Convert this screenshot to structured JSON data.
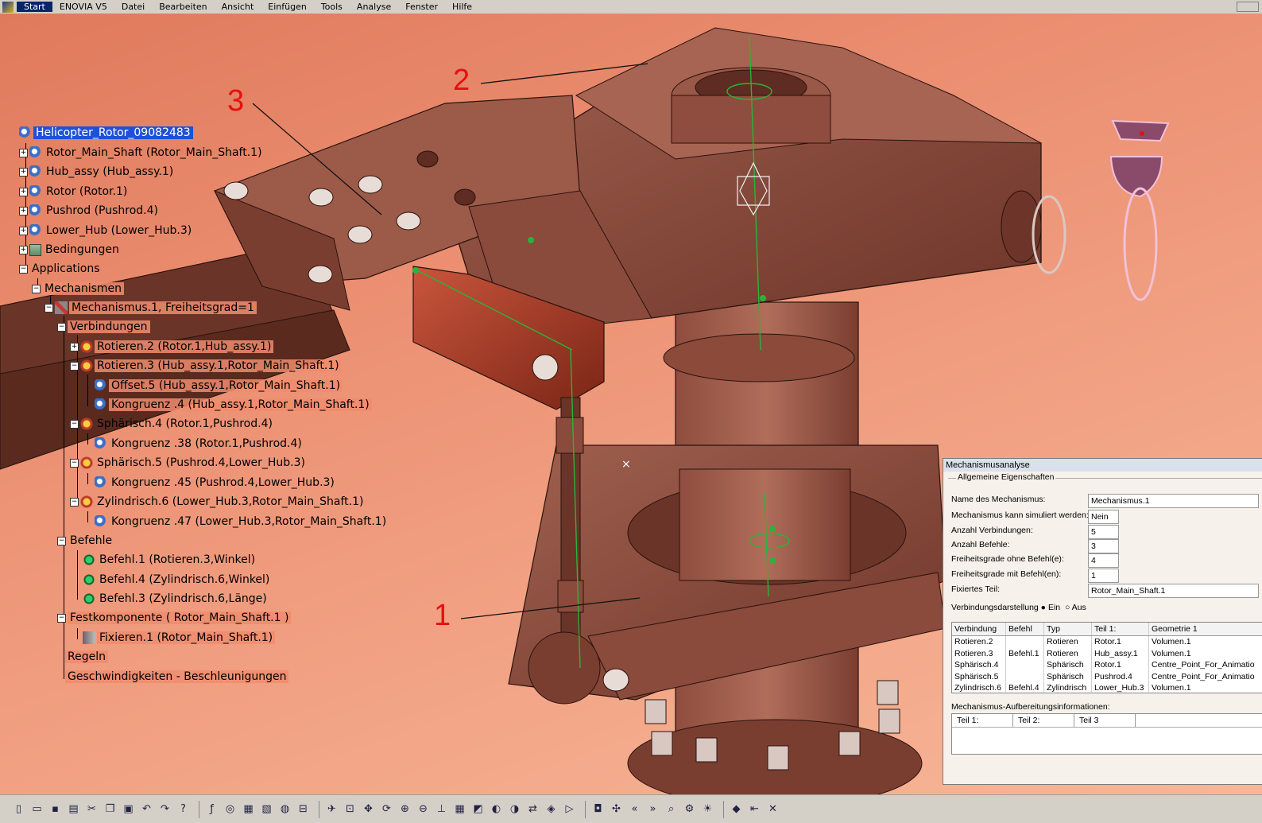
{
  "menubar": {
    "items": [
      "Start",
      "ENOVIA V5",
      "Datei",
      "Bearbeiten",
      "Ansicht",
      "Einfügen",
      "Tools",
      "Analyse",
      "Fenster",
      "Hilfe"
    ]
  },
  "callouts": {
    "c1": "1",
    "c2": "2",
    "c3": "3"
  },
  "tree": {
    "root": "Helicopter_Rotor_09082483",
    "products": [
      "Rotor_Main_Shaft (Rotor_Main_Shaft.1)",
      "Hub_assy (Hub_assy.1)",
      "Rotor (Rotor.1)",
      "Pushrod (Pushrod.4)",
      "Lower_Hub (Lower_Hub.3)"
    ],
    "bedingungen": "Bedingungen",
    "applications": "Applications",
    "mechanismen": "Mechanismen",
    "mechanismus": "Mechanismus.1, Freiheitsgrad=1",
    "verbindungen": "Verbindungen",
    "joints": [
      "Rotieren.2 (Rotor.1,Hub_assy.1)",
      "Rotieren.3 (Hub_assy.1,Rotor_Main_Shaft.1)",
      "Offset.5 (Hub_assy.1,Rotor_Main_Shaft.1)",
      "Kongruenz .4 (Hub_assy.1,Rotor_Main_Shaft.1)",
      "Sphärisch.4 (Rotor.1,Pushrod.4)",
      "Kongruenz .38 (Rotor.1,Pushrod.4)",
      "Sphärisch.5 (Pushrod.4,Lower_Hub.3)",
      "Kongruenz .45 (Pushrod.4,Lower_Hub.3)",
      "Zylindrisch.6 (Lower_Hub.3,Rotor_Main_Shaft.1)",
      "Kongruenz .47 (Lower_Hub.3,Rotor_Main_Shaft.1)"
    ],
    "befehle": "Befehle",
    "commands": [
      "Befehl.1 (Rotieren.3,Winkel)",
      "Befehl.4 (Zylindrisch.6,Winkel)",
      "Befehl.3 (Zylindrisch.6,Länge)"
    ],
    "festkomponente": "Festkomponente ( Rotor_Main_Shaft.1 )",
    "fixieren": "Fixieren.1 (Rotor_Main_Shaft.1)",
    "regeln": "Regeln",
    "geschwindigkeiten": "Geschwindigkeiten - Beschleunigungen"
  },
  "dialog": {
    "title": "Mechanismusanalyse",
    "group_title": "Allgemeine Eigenschaften",
    "props": [
      {
        "label": "Name des Mechanismus:",
        "value": "Mechanismus.1"
      },
      {
        "label": "Mechanismus kann simuliert werden:",
        "value": "Nein"
      },
      {
        "label": "Anzahl Verbindungen:",
        "value": "5"
      },
      {
        "label": "Anzahl Befehle:",
        "value": "3"
      },
      {
        "label": "Freiheitsgrade ohne Befehl(e):",
        "value": "4"
      },
      {
        "label": "Freiheitsgrade mit Befehl(en):",
        "value": "1"
      },
      {
        "label": "Fixiertes Teil:",
        "value": "Rotor_Main_Shaft.1"
      }
    ],
    "display_label": "Verbindungsdarstellung",
    "radio_on": "Ein",
    "radio_off": "Aus",
    "table": {
      "headers": [
        "Verbindung",
        "Befehl",
        "Typ",
        "Teil 1:",
        "Geometrie 1"
      ],
      "rows": [
        [
          "Rotieren.2",
          "",
          "Rotieren",
          "Rotor.1",
          "Volumen.1"
        ],
        [
          "Rotieren.3",
          "Befehl.1",
          "Rotieren",
          "Hub_assy.1",
          "Volumen.1"
        ],
        [
          "Sphärisch.4",
          "",
          "Sphärisch",
          "Rotor.1",
          "Centre_Point_For_Animatio"
        ],
        [
          "Sphärisch.5",
          "",
          "Sphärisch",
          "Pushrod.4",
          "Centre_Point_For_Animatio"
        ],
        [
          "Zylindrisch.6",
          "Befehl.4",
          "Zylindrisch",
          "Lower_Hub.3",
          "Volumen.1"
        ]
      ]
    },
    "info_title": "Mechanismus-Aufbereitungsinformationen:",
    "info_headers": [
      "Teil 1:",
      "Teil 2:",
      "Teil 3"
    ]
  },
  "toolbar": {
    "icons": [
      "new-icon",
      "open-icon",
      "save-icon",
      "print-icon",
      "cut-icon",
      "copy-icon",
      "paste-icon",
      "undo-icon",
      "redo-icon",
      "whatsthis-icon",
      "formula-icon",
      "knowledge-icon",
      "table-icon",
      "catalog-icon",
      "measure-icon",
      "tree-icon",
      "fly-icon",
      "fit-all-icon",
      "pan-icon",
      "rotate-icon",
      "zoom-in-icon",
      "zoom-out-icon",
      "normal-view-icon",
      "multi-view-icon",
      "iso-view-icon",
      "shading-icon",
      "hide-show-icon",
      "swap-icon",
      "render-icon",
      "simulate-icon",
      "capture-icon",
      "compass-icon",
      "previous-icon",
      "next-icon",
      "zoom-area-icon",
      "analyze-icon",
      "light-icon",
      "material-icon",
      "sectioning-icon",
      "clash-icon"
    ]
  },
  "colors": {
    "viewport_bg": "#ec9073",
    "part_color": "#8a4a3c",
    "callout_red": "#e41010",
    "selection_blue": "#1f50d8",
    "tree_highlight": "#f08c6e"
  }
}
